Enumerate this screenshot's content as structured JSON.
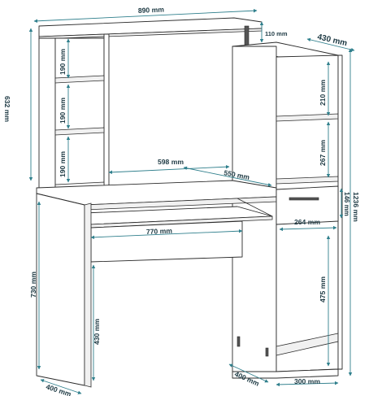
{
  "colors": {
    "dimension_line": "#2f7f8c",
    "text": "#1e3a44",
    "outline": "#2b2b2b"
  },
  "dimensions": {
    "top_width": "890 mm",
    "tower_depth": "430 mm",
    "riser_height": "110 mm",
    "hutch_height": "632 mm",
    "left_shelf_1": "190 mm",
    "left_shelf_2": "190 mm",
    "left_shelf_3": "190 mm",
    "right_shelf_1": "210 mm",
    "right_shelf_2": "267 mm",
    "opening_width": "598 mm",
    "desk_depth": "550 mm",
    "drawer_height": "146 mm",
    "total_height": "1236 mm",
    "drawer_width": "264 mm",
    "keyboard_width": "770 mm",
    "desk_height": "730 mm",
    "leg_height": "430 mm",
    "cabinet_height": "475 mm",
    "base_depth_left": "400 mm",
    "base_depth_right": "400 mm",
    "cabinet_width": "300 mm"
  }
}
